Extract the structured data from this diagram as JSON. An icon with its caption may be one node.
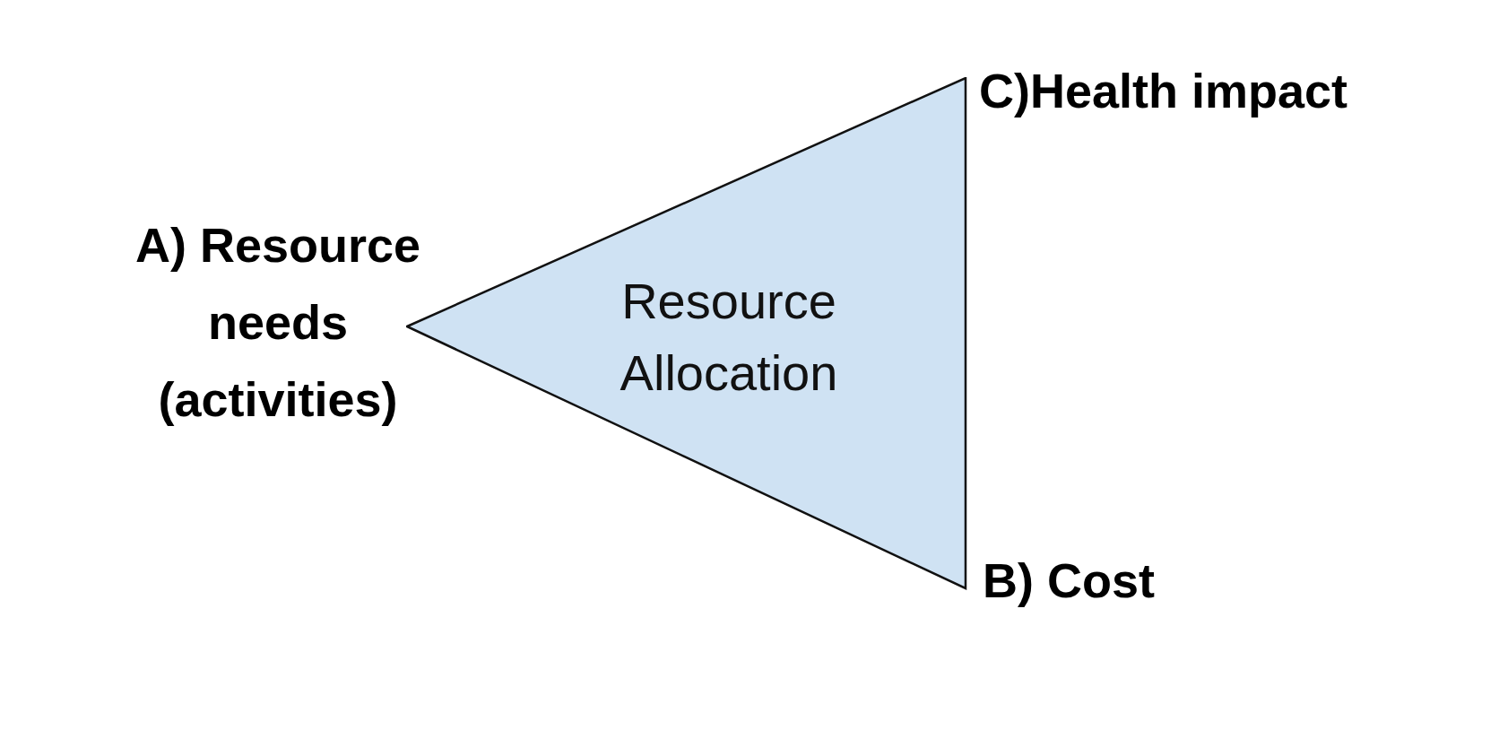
{
  "diagram": {
    "nodes": [
      {
        "text": [
          "Resource Allocation"
        ]
      }
    ],
    "labels": [
      "C)Health impact",
      "A) Resource needs (activities)",
      "B) Cost"
    ]
  }
}
